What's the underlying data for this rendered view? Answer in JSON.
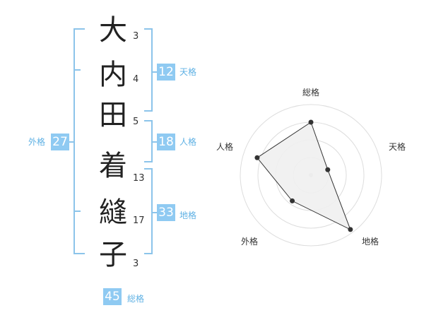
{
  "name": {
    "chars": [
      "大",
      "内",
      "田",
      "着",
      "縫",
      "子"
    ],
    "strokes": [
      "3",
      "4",
      "5",
      "13",
      "17",
      "3"
    ]
  },
  "fortune": {
    "tenkaku": {
      "value": "12",
      "label": "天格"
    },
    "jinkaku": {
      "value": "18",
      "label": "人格"
    },
    "chikaku": {
      "value": "33",
      "label": "地格"
    },
    "gaikaku": {
      "value": "27",
      "label": "外格"
    },
    "soukaku": {
      "value": "45",
      "label": "総格"
    }
  },
  "chart_data": {
    "type": "radar",
    "axes": [
      "総格",
      "天格",
      "地格",
      "外格",
      "人格"
    ],
    "values": [
      0.75,
      0.25,
      0.95,
      0.45,
      0.8
    ],
    "rings": 4,
    "fill_color": "#f0f0f0",
    "stroke_color": "#333333"
  },
  "colors": {
    "accent": "#8fcaf2",
    "label": "#5fb1e4",
    "bracket": "#8cc4ea"
  }
}
